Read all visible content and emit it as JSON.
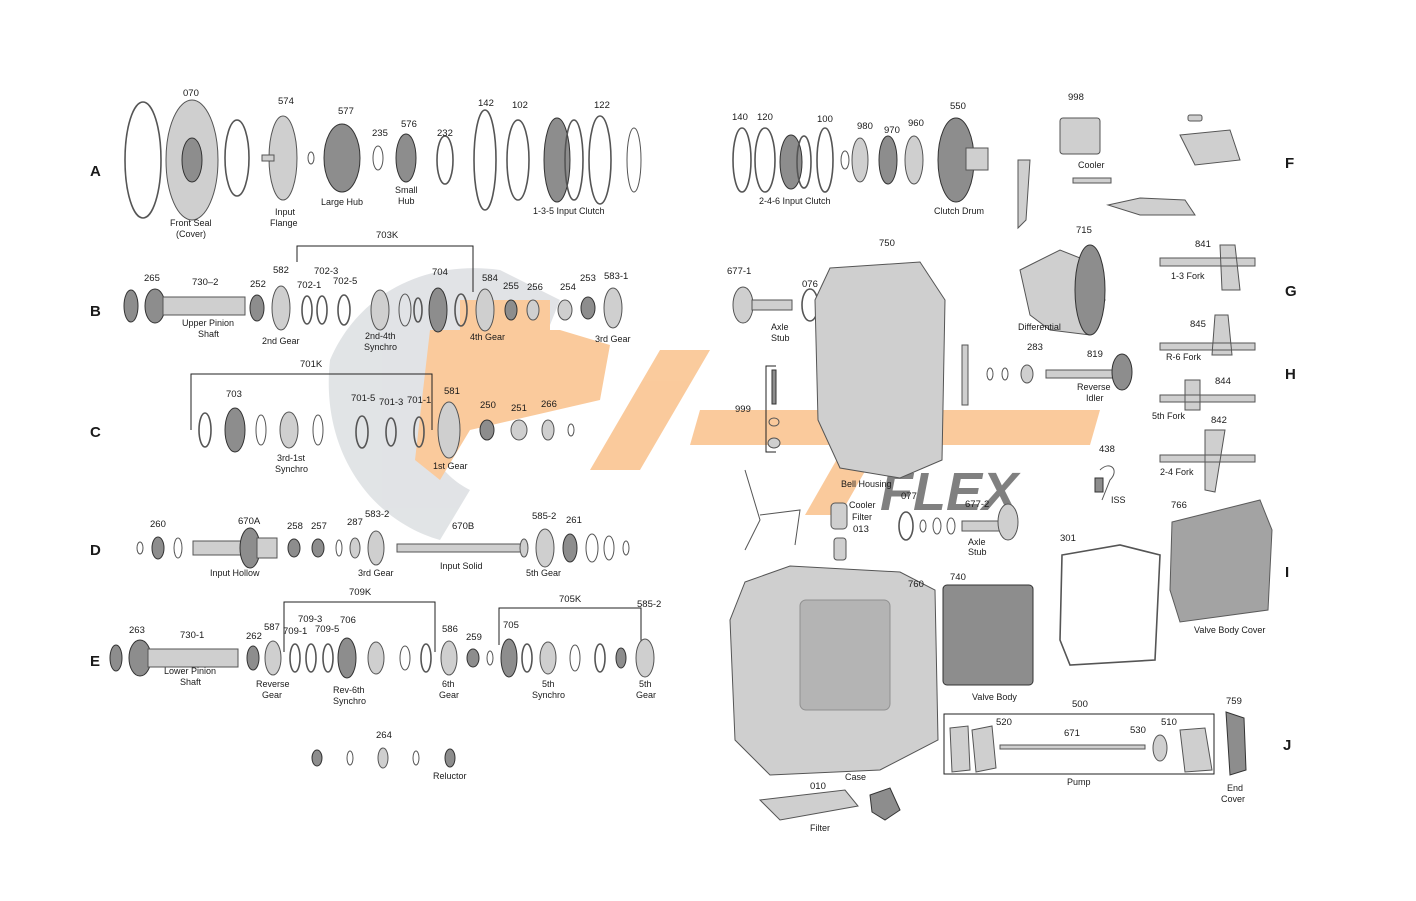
{
  "watermark": {
    "brand": "FLEX",
    "colors": {
      "orange": "#f6a04d",
      "gray": "#c9cdd2"
    }
  },
  "rows": {
    "A": "A",
    "B": "B",
    "C": "C",
    "D": "D",
    "E": "E",
    "F": "F",
    "G": "G",
    "H": "H",
    "I": "I",
    "J": "J"
  },
  "numbers": {
    "n070": "070",
    "n574": "574",
    "n577": "577",
    "n235": "235",
    "n576": "576",
    "n232": "232",
    "n142": "142",
    "n102": "102",
    "n122": "122",
    "n703K": "703K",
    "n265": "265",
    "n730_2": "730–2",
    "n252": "252",
    "n582": "582",
    "n702_1": "702-1",
    "n702_3": "702-3",
    "n702_5": "702-5",
    "n704": "704",
    "n584": "584",
    "n255": "255",
    "n256": "256",
    "n254": "254",
    "n253": "253",
    "n583_1": "583-1",
    "n701K": "701K",
    "n703": "703",
    "n701_5": "701-5",
    "n701_3": "701-3",
    "n701_1": "701-1",
    "n581": "581",
    "n250": "250",
    "n251": "251",
    "n266": "266",
    "n260": "260",
    "n670A": "670A",
    "n258": "258",
    "n257": "257",
    "n287": "287",
    "n583_2": "583-2",
    "n670B": "670B",
    "n585_2a": "585-2",
    "n261": "261",
    "n709K": "709K",
    "n705K": "705K",
    "n263": "263",
    "n730_1": "730-1",
    "n262": "262",
    "n587": "587",
    "n709_1": "709-1",
    "n709_3": "709-3",
    "n709_5": "709-5",
    "n706": "706",
    "n586": "586",
    "n259": "259",
    "n705": "705",
    "n585_2b": "585-2",
    "n264": "264",
    "n140": "140",
    "n120": "120",
    "n100": "100",
    "n980": "980",
    "n970": "970",
    "n960": "960",
    "n550": "550",
    "n998": "998",
    "n677_1": "677-1",
    "n076": "076",
    "n750": "750",
    "n715": "715",
    "n841": "841",
    "n845": "845",
    "n844": "844",
    "n842": "842",
    "n283": "283",
    "n819": "819",
    "n999": "999",
    "n438": "438",
    "n077": "077",
    "n677_2": "677-2",
    "n013": "013",
    "n760": "760",
    "n740": "740",
    "n301": "301",
    "n766": "766",
    "n500": "500",
    "n520": "520",
    "n671": "671",
    "n530": "530",
    "n510": "510",
    "n759": "759",
    "n010": "010"
  },
  "labels": {
    "front_seal_1": "Front Seal",
    "front_seal_2": "(Cover)",
    "input_flange_1": "Input",
    "input_flange_2": "Flange",
    "large_hub": "Large Hub",
    "small_hub_1": "Small",
    "small_hub_2": "Hub",
    "input_clutch_135": "1-3-5 Input Clutch",
    "upper_pinion_1": "Upper Pinion",
    "upper_pinion_2": "Shaft",
    "gear_2nd": "2nd Gear",
    "synchro_24_1": "2nd-4th",
    "synchro_24_2": "Synchro",
    "gear_4th": "4th Gear",
    "gear_3rd_b": "3rd Gear",
    "synchro_31_1": "3rd-1st",
    "synchro_31_2": "Synchro",
    "gear_1st": "1st Gear",
    "input_hollow": "Input Hollow",
    "gear_3rd_d": "3rd Gear",
    "input_solid": "Input Solid",
    "gear_5th_d": "5th Gear",
    "lower_pinion_1": "Lower Pinion",
    "lower_pinion_2": "Shaft",
    "reverse_gear_1": "Reverse",
    "reverse_gear_2": "Gear",
    "rev6_synchro_1": "Rev-6th",
    "rev6_synchro_2": "Synchro",
    "gear_6th_1": "6th",
    "gear_6th_2": "Gear",
    "synchro_5_1": "5th",
    "synchro_5_2": "Synchro",
    "gear_5th_e1": "5th",
    "gear_5th_e2": "Gear",
    "reluctor": "Reluctor",
    "input_clutch_246": "2-4-6 Input Clutch",
    "clutch_drum": "Clutch Drum",
    "cooler": "Cooler",
    "axle_stub_1a": "Axle",
    "axle_stub_1b": "Stub",
    "bell_housing": "Bell Housing",
    "differential": "Differential",
    "fork_13": "1-3 Fork",
    "fork_r6": "R-6 Fork",
    "fork_5": "5th Fork",
    "fork_24": "2-4 Fork",
    "reverse_idler_1": "Reverse",
    "reverse_idler_2": "Idler",
    "iss": "ISS",
    "cooler_filter_1": "Cooler",
    "cooler_filter_2": "Filter",
    "axle_stub_2a": "Axle",
    "axle_stub_2b": "Stub",
    "case": "Case",
    "valve_body": "Valve Body",
    "valve_body_cover": "Valve Body Cover",
    "pump": "Pump",
    "end_cover_1": "End",
    "end_cover_2": "Cover",
    "filter": "Filter"
  }
}
